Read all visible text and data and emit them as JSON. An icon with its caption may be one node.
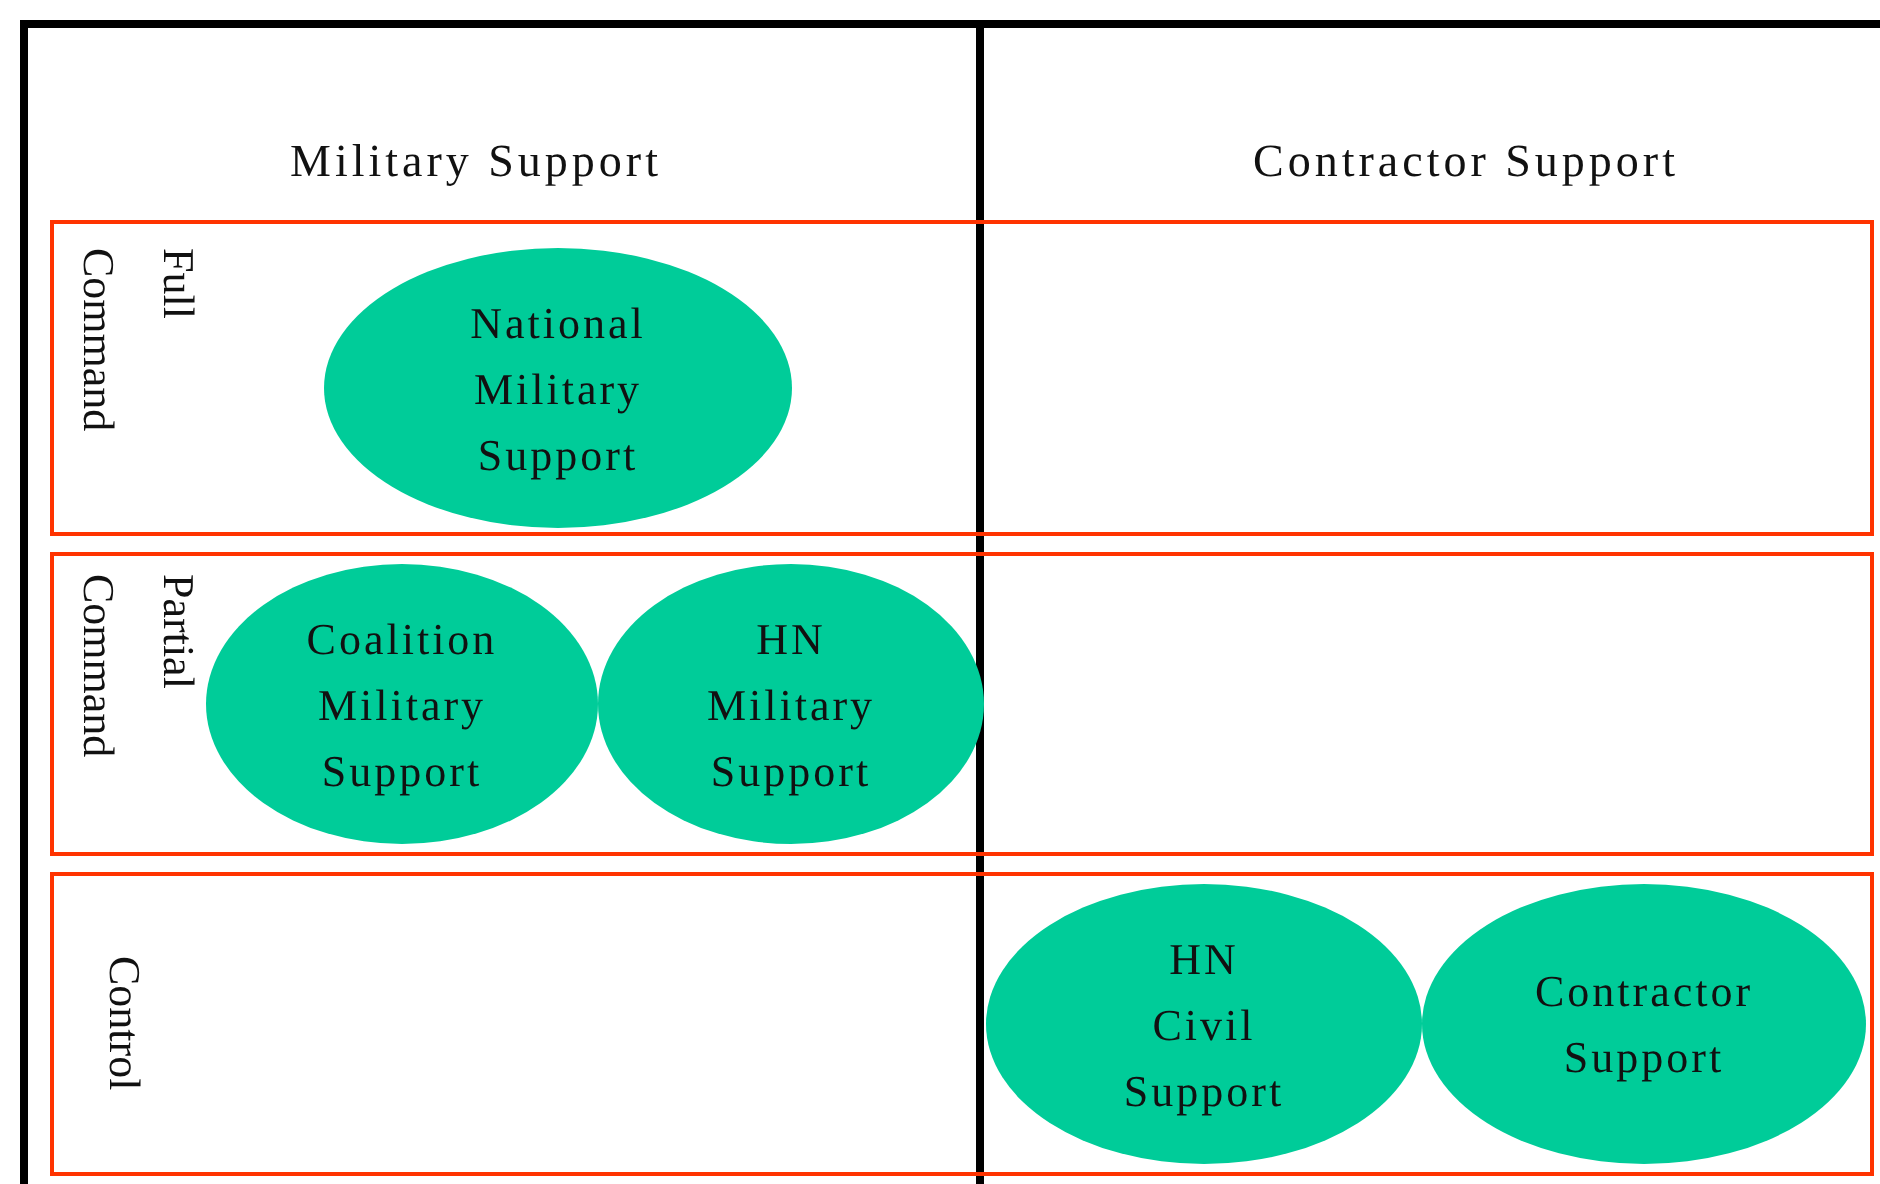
{
  "diagram": {
    "nodes": [
      {
        "text": [
          "Full Command"
        ]
      },
      {
        "text": [
          "National Military Support"
        ],
        "in": 0
      },
      {
        "text": [
          "Partial Command"
        ]
      },
      {
        "text": [
          "Coalition Military Support"
        ],
        "in": 2
      },
      {
        "text": [
          "HN Military Support"
        ],
        "in": 2
      },
      {
        "text": [
          "Control"
        ]
      },
      {
        "text": [
          "HN Civil Support"
        ],
        "in": 5
      },
      {
        "text": [
          "Contractor Support"
        ],
        "in": 5
      }
    ],
    "labels": [
      "Military Support",
      "Contractor Support"
    ]
  }
}
